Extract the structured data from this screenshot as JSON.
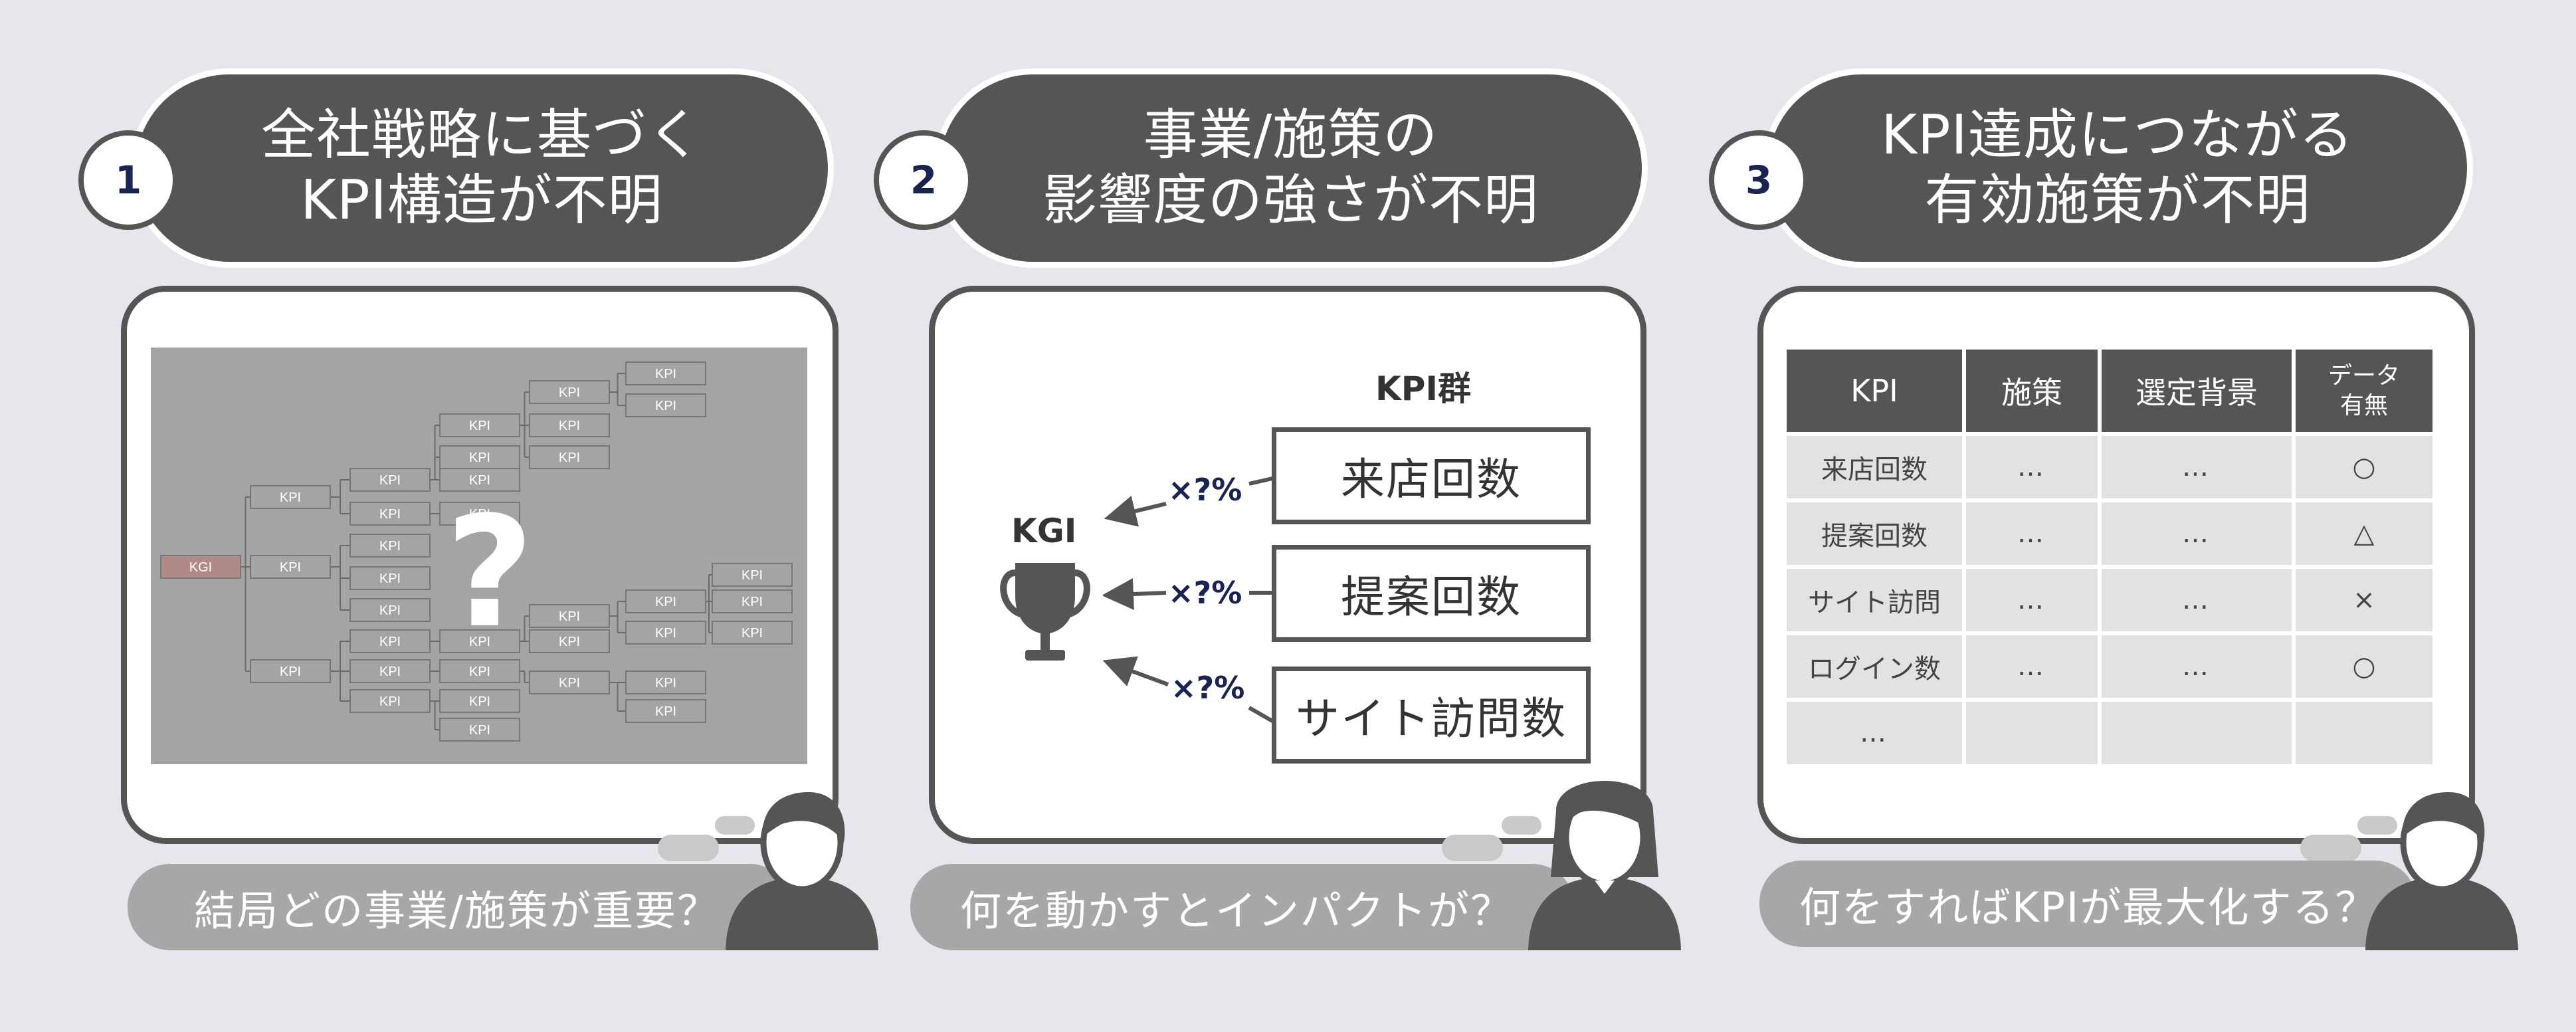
{
  "panels": [
    {
      "number": "1",
      "title_lines": [
        "全社戦略に基づく",
        "KPI構造が不明"
      ],
      "tree": {
        "root": "KGI",
        "node": "KPI",
        "mark": "?"
      },
      "question": "結局どの事業/施策が重要？"
    },
    {
      "number": "2",
      "title_lines": [
        "事業/施策の",
        "影響度の強さが不明"
      ],
      "kgi_label": "KGI",
      "group_label": "KPI群",
      "multiplier": "×?%",
      "kpis": [
        "来店回数",
        "提案回数",
        "サイト訪問数"
      ],
      "question": "何を動かすとインパクトが？"
    },
    {
      "number": "3",
      "title_lines": [
        "KPI達成につながる",
        "有効施策が不明"
      ],
      "table": {
        "headers": [
          "KPI",
          "施策",
          "選定背景"
        ],
        "last_header_lines": [
          "データ",
          "有無"
        ],
        "rows": [
          [
            "来店回数",
            "…",
            "…",
            "○"
          ],
          [
            "提案回数",
            "…",
            "…",
            "△"
          ],
          [
            "サイト訪問",
            "…",
            "…",
            "×"
          ],
          [
            "ログイン数",
            "…",
            "…",
            "○"
          ],
          [
            "…",
            "",
            "",
            ""
          ]
        ]
      },
      "question": "何をすればKPIが最大化する？"
    }
  ],
  "colors": {
    "background": "#e6e6ec",
    "dark_gray": "#555555",
    "navy": "#1a2352",
    "bubble_gray": "#a7a7a7",
    "kgi_fill": "#b08a86"
  }
}
